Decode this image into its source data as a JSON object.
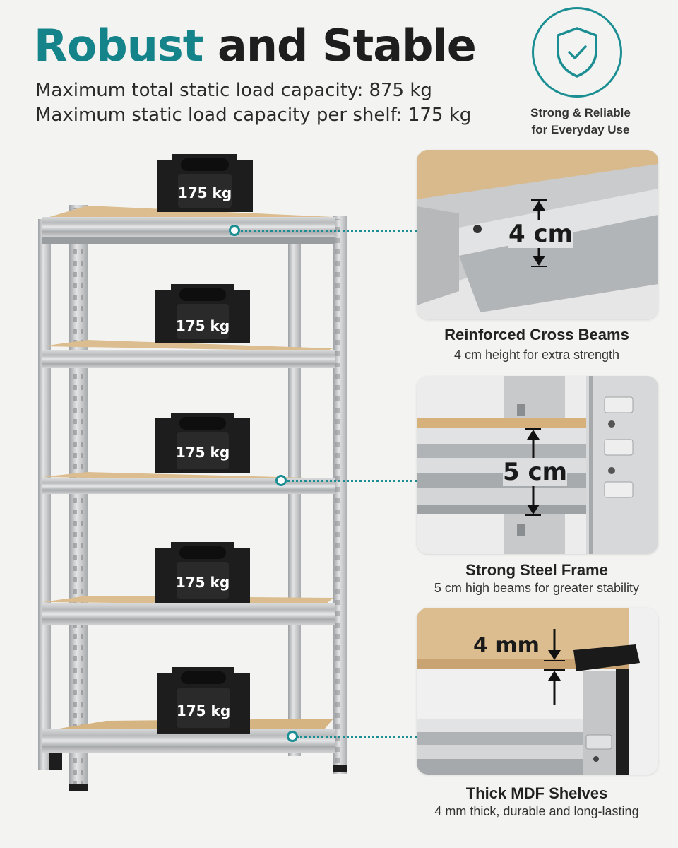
{
  "header": {
    "title_accent": "Robust",
    "title_rest": "and Stable",
    "spec_total": "Maximum total static load capacity: 875 kg",
    "spec_shelf": "Maximum static load capacity per shelf: 175 kg"
  },
  "badge": {
    "icon": "shield-check-icon",
    "line1": "Strong & Reliable",
    "line2": "for Everyday Use"
  },
  "weights": [
    "175 kg",
    "175 kg",
    "175 kg",
    "175 kg",
    "175 kg"
  ],
  "features": [
    {
      "dimension": "4 cm",
      "title": "Reinforced Cross Beams",
      "subtitle": "4 cm height for extra strength"
    },
    {
      "dimension": "5 cm",
      "title": "Strong Steel Frame",
      "subtitle": "5 cm high beams for greater stability"
    },
    {
      "dimension": "4 mm",
      "title": "Thick MDF Shelves",
      "subtitle": "4 mm thick, durable and long-lasting"
    }
  ],
  "colors": {
    "accent": "#14838a",
    "background": "#f3f3f1",
    "steel": "#c4c6c8",
    "mdf": "#d9b98a",
    "weight": "#1d1d1d"
  }
}
